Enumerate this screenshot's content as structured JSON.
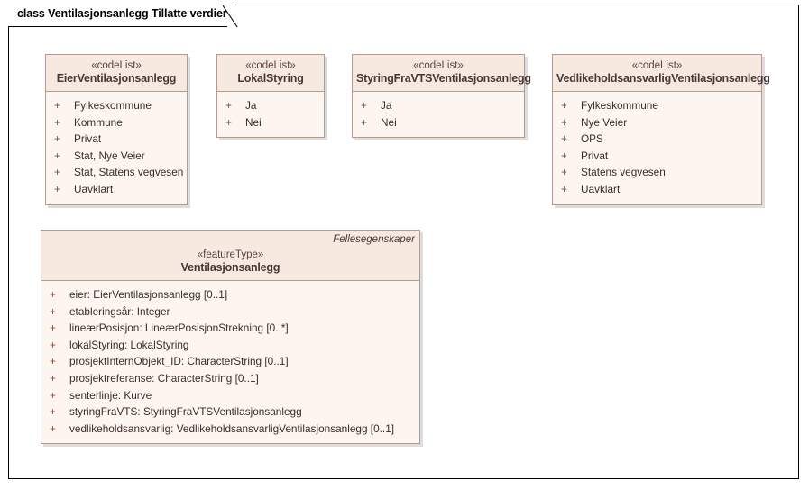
{
  "diagram": {
    "title": "class Ventilasjonsanlegg Tillatte verdier"
  },
  "classes": [
    {
      "name": "class-eierventilasjonsanlegg",
      "stereotype": "«codeList»",
      "classname": "EierVentilasjonsanlegg",
      "package_label": null,
      "attributes": [
        {
          "visibility": "+",
          "text": "Fylkeskommune"
        },
        {
          "visibility": "+",
          "text": "Kommune"
        },
        {
          "visibility": "+",
          "text": "Privat"
        },
        {
          "visibility": "+",
          "text": "Stat, Nye Veier"
        },
        {
          "visibility": "+",
          "text": "Stat, Statens vegvesen"
        },
        {
          "visibility": "+",
          "text": "Uavklart"
        }
      ]
    },
    {
      "name": "class-lokalstyring",
      "stereotype": "«codeList»",
      "classname": "LokalStyring",
      "package_label": null,
      "attributes": [
        {
          "visibility": "+",
          "text": "Ja"
        },
        {
          "visibility": "+",
          "text": "Nei"
        }
      ]
    },
    {
      "name": "class-styringfravtsventilasjonsanlegg",
      "stereotype": "«codeList»",
      "classname": "StyringFraVTSVentilasjonsanlegg",
      "package_label": null,
      "attributes": [
        {
          "visibility": "+",
          "text": "Ja"
        },
        {
          "visibility": "+",
          "text": "Nei"
        }
      ]
    },
    {
      "name": "class-vedlikeholdsansvarligventilasjonsanlegg",
      "stereotype": "«codeList»",
      "classname": "VedlikeholdsansvarligVentilasjonsanlegg",
      "package_label": null,
      "attributes": [
        {
          "visibility": "+",
          "text": "Fylkeskommune"
        },
        {
          "visibility": "+",
          "text": "Nye Veier"
        },
        {
          "visibility": "+",
          "text": "OPS"
        },
        {
          "visibility": "+",
          "text": "Privat"
        },
        {
          "visibility": "+",
          "text": "Statens vegvesen"
        },
        {
          "visibility": "+",
          "text": "Uavklart"
        }
      ]
    },
    {
      "name": "class-ventilasjonsanlegg",
      "stereotype": "«featureType»",
      "classname": "Ventilasjonsanlegg",
      "package_label": "Fellesegenskaper",
      "attributes": [
        {
          "visibility": "+",
          "text": "eier: EierVentilasjonsanlegg [0..1]"
        },
        {
          "visibility": "+",
          "text": "etableringsår: Integer"
        },
        {
          "visibility": "+",
          "text": "lineærPosisjon: LineærPosisjonStrekning [0..*]"
        },
        {
          "visibility": "+",
          "text": "lokalStyring: LokalStyring"
        },
        {
          "visibility": "+",
          "text": "prosjektInternObjekt_ID: CharacterString [0..1]"
        },
        {
          "visibility": "+",
          "text": "prosjektreferanse: CharacterString [0..1]"
        },
        {
          "visibility": "+",
          "text": "senterlinje: Kurve"
        },
        {
          "visibility": "+",
          "text": "styringFraVTS: StyringFraVTSVentilasjonsanlegg"
        },
        {
          "visibility": "+",
          "text": "vedlikeholdsansvarlig: VedlikeholdsansvarligVentilasjonsanlegg [0..1]"
        }
      ]
    }
  ],
  "colors": {
    "class_border": "#b39a94",
    "header_fill": "#f6e9e0",
    "body_fill": "#fdf6f0",
    "text": "#3a2b2b",
    "visibility": "#8b4a3a",
    "frame": "#000000"
  }
}
